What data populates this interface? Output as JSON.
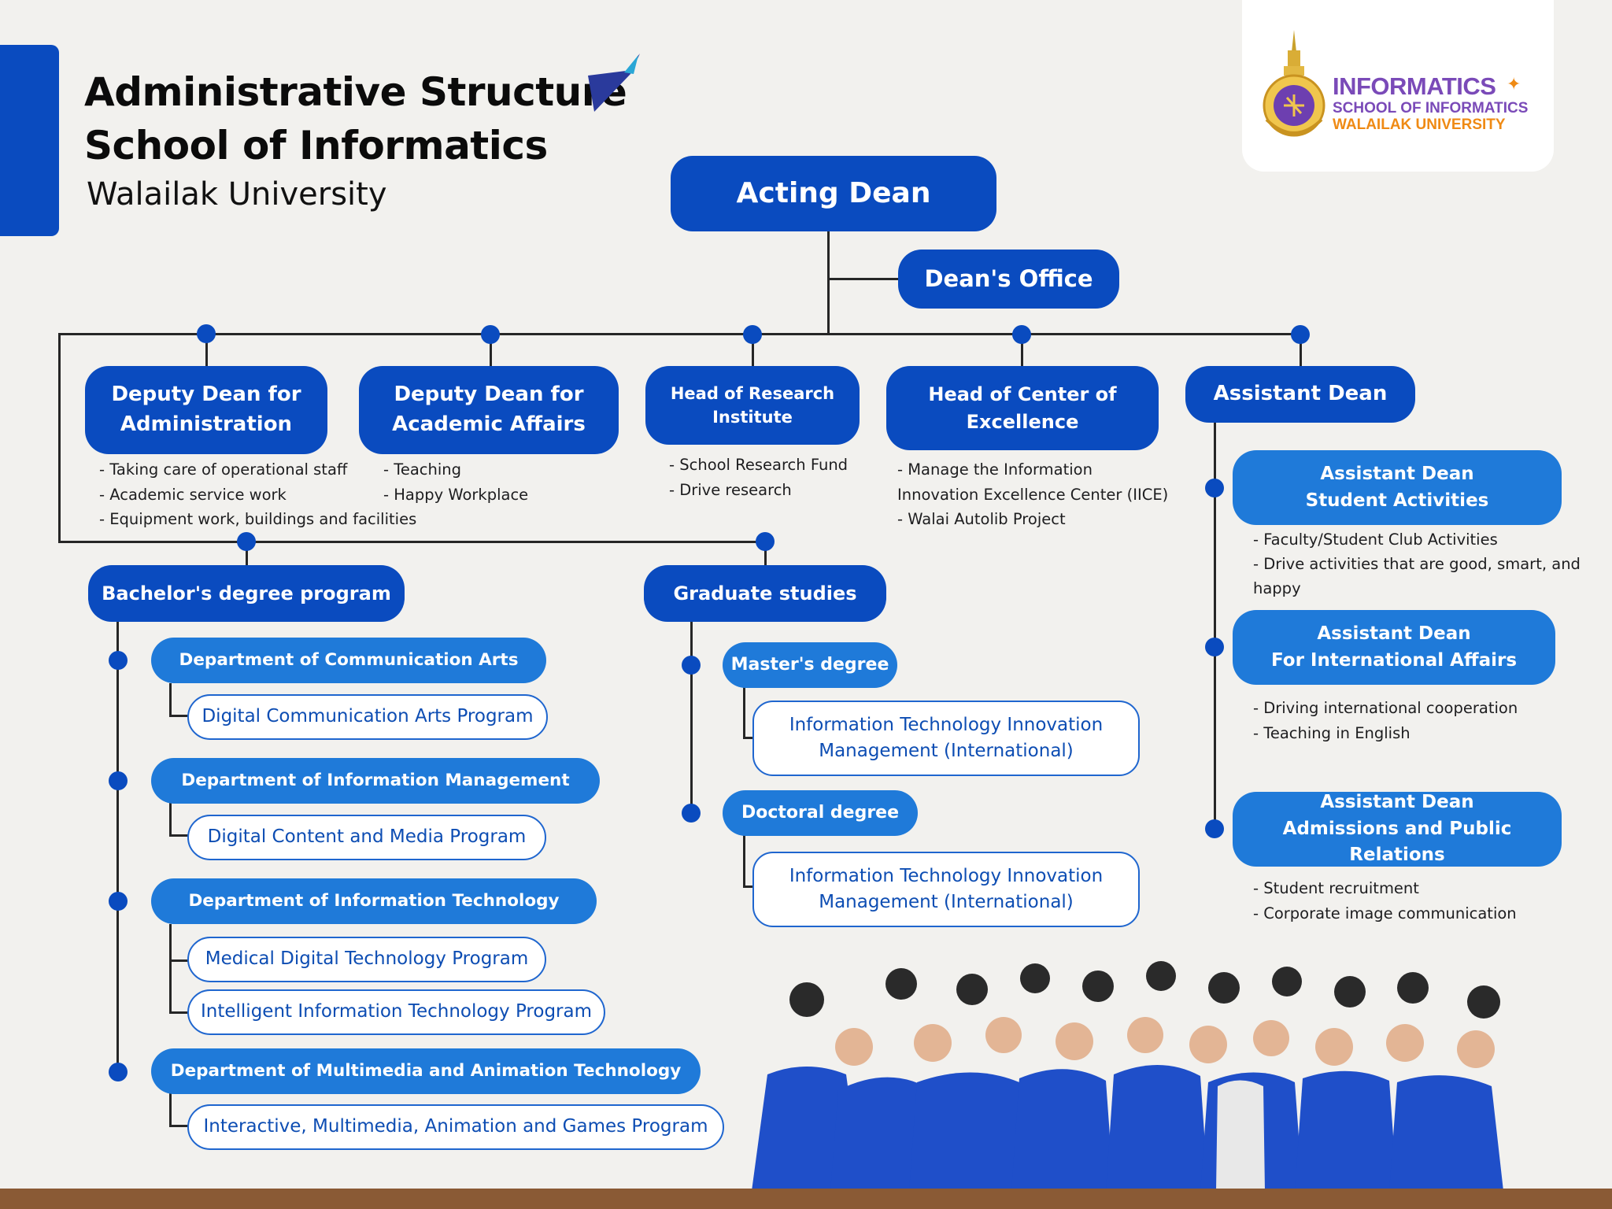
{
  "header": {
    "title_line1": "Administrative Structure",
    "title_line2": "School of Informatics",
    "subtitle": "Walailak University"
  },
  "logo": {
    "line1": "INFORMATICS",
    "line2": "SCHOOL OF INFORMATICS",
    "line3": "WALAILAK UNIVERSITY",
    "emblem_icon": "university-seal-icon"
  },
  "colors": {
    "primary": "#0a4bbf",
    "secondary": "#1f7ad9",
    "logo_purple": "#7a4ab8",
    "logo_orange": "#ef8a14"
  },
  "top": {
    "acting_dean": "Acting Dean",
    "deans_office": "Dean's Office"
  },
  "units": {
    "deputy_admin": {
      "label_line1": "Deputy Dean for",
      "label_line2": "Administration",
      "duties": [
        "- Taking care of operational staff",
        "- Academic service work",
        "- Equipment work, buildings and facilities"
      ]
    },
    "deputy_academic": {
      "label_line1": "Deputy Dean for",
      "label_line2": "Academic Affairs",
      "duties": [
        "- Teaching",
        "- Happy Workplace"
      ]
    },
    "research": {
      "label_line1": "Head of Research",
      "label_line2": "Institute",
      "duties": [
        "- School Research Fund",
        "- Drive research"
      ]
    },
    "excellence": {
      "label_line1": "Head of Center of",
      "label_line2": "Excellence",
      "duties": [
        "- Manage the Information",
        "Innovation Excellence Center (IICE)",
        "- Walai Autolib Project"
      ]
    },
    "assistant_dean": {
      "label": "Assistant Dean"
    }
  },
  "assistant_deans": [
    {
      "label_line1": "Assistant Dean",
      "label_line2": "Student Activities",
      "duties": [
        "- Faculty/Student Club Activities",
        "- Drive activities that are good, smart, and",
        "happy"
      ]
    },
    {
      "label_line1": "Assistant Dean",
      "label_line2": "For International Affairs",
      "duties": [
        "- Driving international cooperation",
        "- Teaching in English"
      ]
    },
    {
      "label_line1": "Assistant Dean",
      "label_line2": "Admissions and Public Relations",
      "duties": [
        "- Student recruitment",
        "- Corporate image communication"
      ]
    }
  ],
  "bachelor": {
    "label": "Bachelor's degree program",
    "departments": [
      {
        "name": "Department of Communication Arts",
        "programs": [
          "Digital Communication Arts Program"
        ]
      },
      {
        "name": "Department of Information Management",
        "programs": [
          "Digital Content and Media Program"
        ]
      },
      {
        "name": "Department of Information Technology",
        "programs": [
          "Medical Digital Technology Program",
          "Intelligent Information Technology Program"
        ]
      },
      {
        "name": "Department of Multimedia and Animation Technology",
        "programs": [
          "Interactive, Multimedia, Animation and Games Program"
        ]
      }
    ]
  },
  "graduate": {
    "label": "Graduate studies",
    "masters": {
      "label": "Master's degree",
      "program_line1": "Information Technology Innovation",
      "program_line2": "Management (International)"
    },
    "doctoral": {
      "label": "Doctoral degree",
      "program_line1": "Information Technology Innovation",
      "program_line2": "Management (International)"
    }
  }
}
